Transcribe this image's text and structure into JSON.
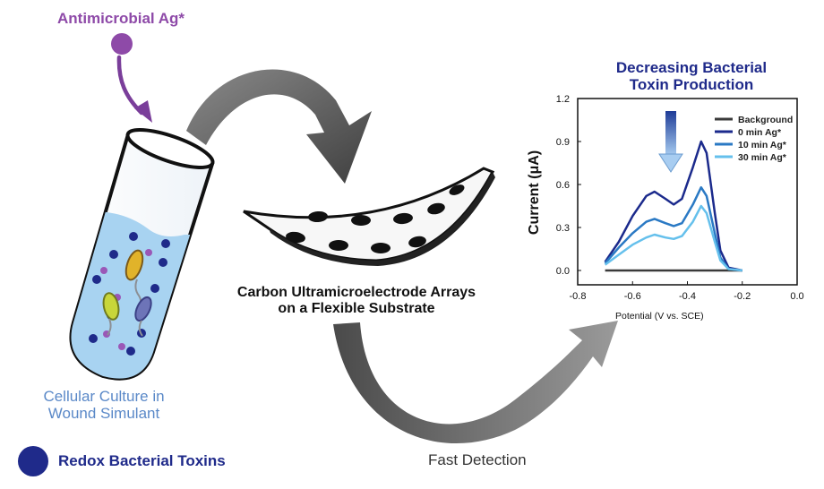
{
  "antimicrobial_label": "Antimicrobial Ag*",
  "culture_label": [
    "Cellular Culture in",
    "Wound Simulant"
  ],
  "electrode_label": [
    "Carbon Ultramicroelectrode Arrays",
    "on a Flexible Substrate"
  ],
  "fast_detection_label": "Fast Detection",
  "redox_legend_label": "Redox Bacterial Toxins",
  "chart_title": [
    "Decreasing Bacterial",
    "Toxin Production"
  ],
  "colors": {
    "purple": "#8e4aa8",
    "culture_blue": "#5b89c8",
    "navy": "#1f2a8a",
    "arrow_gray": "#5e5e5e",
    "liquid": "#a8d3f1"
  },
  "chart_data": {
    "type": "line",
    "title": "Decreasing Bacterial Toxin Production",
    "xlabel": "Potential (V vs. SCE)",
    "ylabel": "Current (μA)",
    "xlim": [
      -0.8,
      0.0
    ],
    "ylim": [
      -0.1,
      1.2
    ],
    "xticks": [
      -0.8,
      -0.6,
      -0.4,
      -0.2,
      0.0
    ],
    "xtick_labels": [
      "-0.8",
      "-0.6",
      "-0.4",
      "-0.2",
      "0.0"
    ],
    "yticks": [
      0.0,
      0.3,
      0.6,
      0.9,
      1.2
    ],
    "ytick_labels": [
      "0.0",
      "0.3",
      "0.6",
      "0.9",
      "1.2"
    ],
    "legend_position": "top-right",
    "series": [
      {
        "name": "Background",
        "color": "#3a3a3a",
        "x": [
          -0.7,
          -0.6,
          -0.5,
          -0.4,
          -0.3,
          -0.2
        ],
        "y": [
          0.0,
          0.0,
          0.0,
          0.0,
          0.0,
          0.0
        ]
      },
      {
        "name": "0 min Ag*",
        "color": "#1b2a8c",
        "x": [
          -0.7,
          -0.65,
          -0.6,
          -0.55,
          -0.52,
          -0.48,
          -0.45,
          -0.42,
          -0.38,
          -0.35,
          -0.33,
          -0.3,
          -0.28,
          -0.25,
          -0.2
        ],
        "y": [
          0.06,
          0.2,
          0.38,
          0.52,
          0.55,
          0.5,
          0.46,
          0.5,
          0.72,
          0.9,
          0.82,
          0.4,
          0.14,
          0.02,
          0.0
        ]
      },
      {
        "name": "10 min Ag*",
        "color": "#2a79c4",
        "x": [
          -0.7,
          -0.65,
          -0.6,
          -0.55,
          -0.52,
          -0.48,
          -0.45,
          -0.42,
          -0.38,
          -0.35,
          -0.33,
          -0.3,
          -0.28,
          -0.25,
          -0.2
        ],
        "y": [
          0.05,
          0.16,
          0.26,
          0.34,
          0.36,
          0.33,
          0.31,
          0.33,
          0.46,
          0.58,
          0.52,
          0.26,
          0.09,
          0.01,
          0.0
        ]
      },
      {
        "name": "30 min Ag*",
        "color": "#65c0ec",
        "x": [
          -0.7,
          -0.65,
          -0.6,
          -0.55,
          -0.52,
          -0.48,
          -0.45,
          -0.42,
          -0.38,
          -0.35,
          -0.33,
          -0.3,
          -0.28,
          -0.25,
          -0.2
        ],
        "y": [
          0.04,
          0.11,
          0.18,
          0.23,
          0.25,
          0.23,
          0.22,
          0.24,
          0.34,
          0.45,
          0.4,
          0.2,
          0.07,
          0.01,
          0.0
        ]
      }
    ]
  }
}
